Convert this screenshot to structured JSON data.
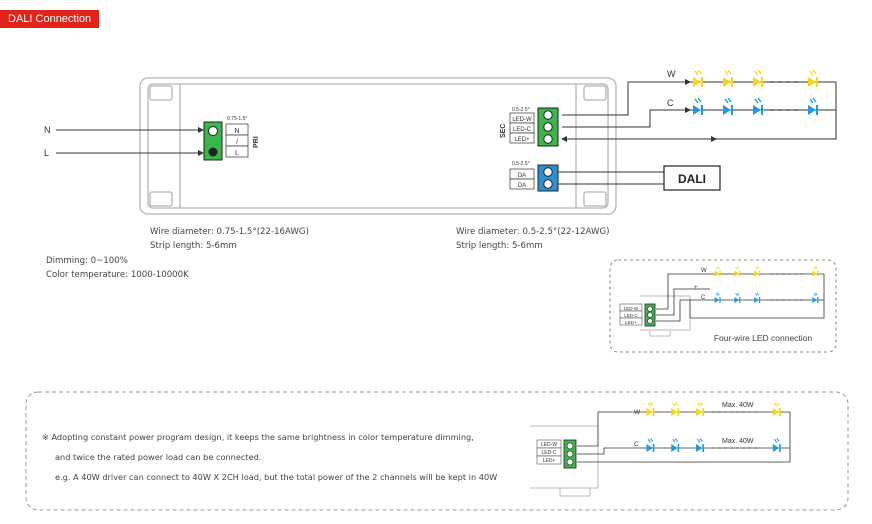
{
  "header": {
    "tag_label": "DALI Connection"
  },
  "inputs": {
    "n_label": "N",
    "l_label": "L"
  },
  "pri_block": {
    "spec": "0.75-1.5°",
    "title": "PRI",
    "terminals": [
      "N",
      "/",
      "L"
    ]
  },
  "sec_block": {
    "spec": "0.5-2.5°",
    "title": "SEC",
    "terminals": [
      "LED-W",
      "LED-C",
      "LED+"
    ]
  },
  "dali_block": {
    "spec": "0.5-2.5°",
    "terminals": [
      "DA",
      "DA"
    ],
    "bus_label": "DALI"
  },
  "led_channels": {
    "w_label": "W",
    "c_label": "C"
  },
  "wire_notes": {
    "left_line1": "Wire diameter: 0.75-1.5°(22-16AWG)",
    "left_line2": "Strip length: 5-6mm",
    "right_line1": "Wire diameter: 0.5-2.5°(22-12AWG)",
    "right_line2": "Strip length: 5-6mm"
  },
  "specs": {
    "dimming": "Dimming: 0~100%",
    "color_temp": "Color temperature: 1000-10000K"
  },
  "four_wire": {
    "caption": "Four-wire LED connection",
    "terminals": [
      "LED-W",
      "LED-C",
      "LED+"
    ],
    "labels": [
      "W",
      "C",
      "+"
    ]
  },
  "constant_power": {
    "note_line1": "※  Adopting constant power program design, it keeps the same brightness in color temperature dimming,",
    "note_line2": "and twice the rated power load can be connected.",
    "note_line3": "e.g. A 40W driver can connect to 40W X 2CH load, but the total power of the 2 channels will be kept in 40W",
    "terminals": [
      "LED-W",
      "LED-C",
      "LED+"
    ],
    "w_label": "W",
    "c_label": "C",
    "max_w": "Max. 40W",
    "max_c": "Max. 40W"
  },
  "colors": {
    "tag_red": "#e2231a",
    "terminal_green": "#3cb54a",
    "terminal_blue": "#2a8fd6",
    "led_yellow": "#f5d90a",
    "led_blue": "#1e9be0"
  }
}
